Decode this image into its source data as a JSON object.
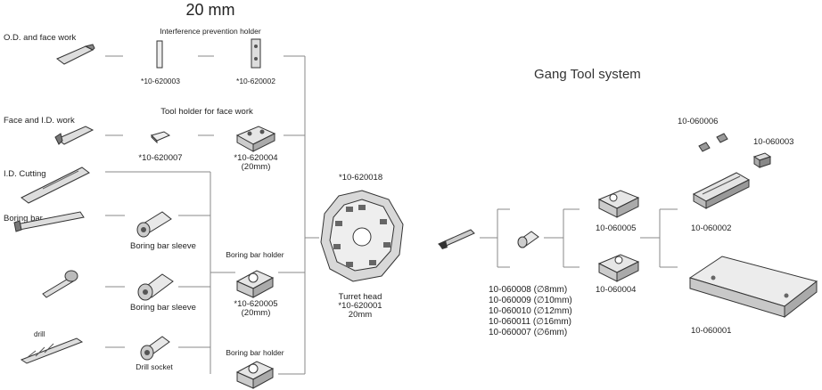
{
  "left_title": "20 mm",
  "right_title": "Gang Tool system",
  "sections": {
    "od_face": "O.D. and face work",
    "face_id": "Face and I.D. work",
    "id_cutting": "I.D. Cutting",
    "boring_bar": "Boring bar",
    "drill": "drill"
  },
  "holders": {
    "interference": "Interference prevention holder",
    "face_holder": "Tool holder for face work",
    "boring_holder_1": "Boring bar holder",
    "boring_holder_2": "Boring bar holder",
    "sleeve_1": "Boring bar sleeve",
    "sleeve_2": "Boring bar sleeve",
    "drill_socket": "Drill socket"
  },
  "codes": {
    "c620003": "*10-620003",
    "c620002": "*10-620002",
    "c620007": "*10-620007",
    "c620004_a": "*10-620004",
    "c620004_b": "(20mm)",
    "c620005_a": "*10-620005",
    "c620005_b": "(20mm)",
    "c620018": "*10-620018",
    "turret_a": "Turret head",
    "turret_b": "*10-620001",
    "turret_c": "20mm"
  },
  "gang": {
    "g060006": "10-060006",
    "g060003": "10-060003",
    "g060005": "10-060005",
    "g060002": "10-060002",
    "g060004": "10-060004",
    "g060001": "10-060001",
    "specs": [
      "10-060008 (∅8mm)",
      "10-060009 (∅10mm)",
      "10-060010 (∅12mm)",
      "10-060011 (∅16mm)",
      "10-060007 (∅6mm)"
    ]
  }
}
